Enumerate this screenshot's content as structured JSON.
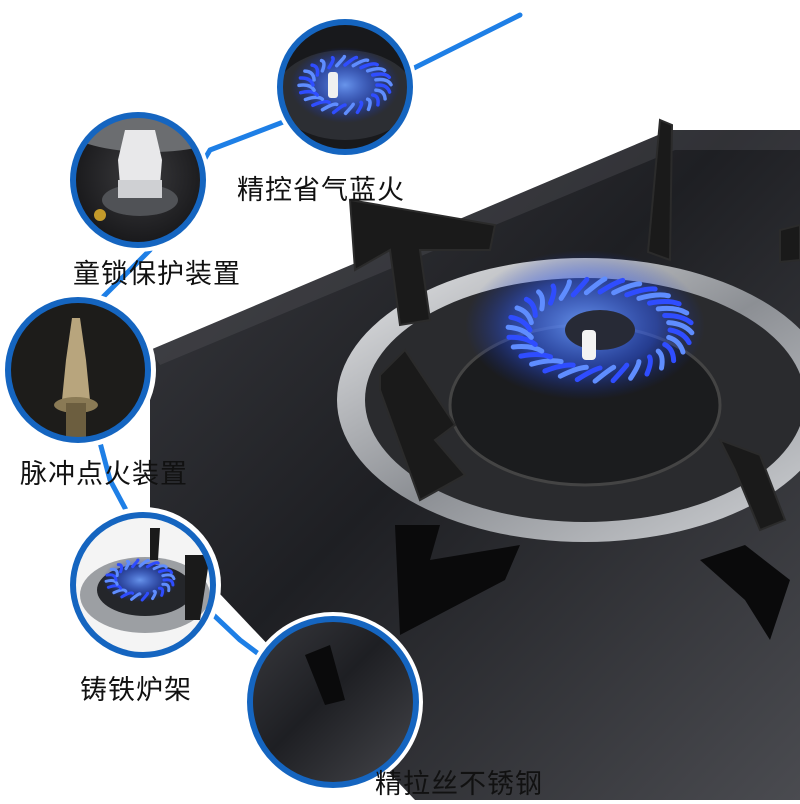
{
  "features": [
    {
      "label": "精控省气蓝火",
      "icon": "blue-flame-burner-closeup"
    },
    {
      "label": "童锁保护装置",
      "icon": "child-lock-knob-closeup"
    },
    {
      "label": "脉冲点火装置",
      "icon": "pulse-igniter-needle-closeup"
    },
    {
      "label": "铸铁炉架",
      "icon": "cast-iron-grate-closeup"
    },
    {
      "label": "精拉丝不锈钢",
      "icon": "brushed-stainless-steel-closeup"
    }
  ],
  "colors": {
    "connector": "#1e7fe6",
    "ring": "#1565c0",
    "flame": "#2f6bff",
    "glass": "#1c1c1f",
    "steel": "#b9bcc0",
    "grate": "#1a1a1a"
  }
}
